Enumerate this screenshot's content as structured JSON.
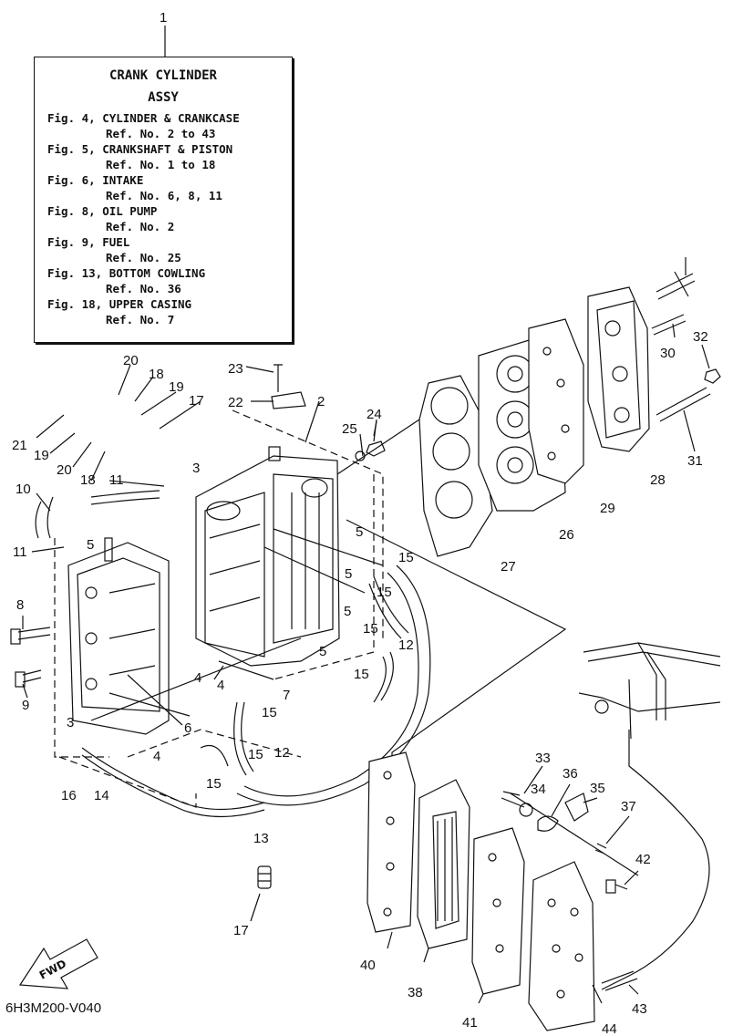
{
  "legend": {
    "title_line1": "CRANK CYLINDER",
    "title_line2": "ASSY",
    "entries": [
      {
        "fig": "Fig. 4, CYLINDER & CRANKCASE",
        "ref": "Ref. No. 2 to 43"
      },
      {
        "fig": "Fig. 5, CRANKSHAFT & PISTON",
        "ref": "Ref. No. 1 to 18"
      },
      {
        "fig": "Fig. 6, INTAKE",
        "ref": "Ref. No. 6, 8, 11"
      },
      {
        "fig": "Fig. 8, OIL PUMP",
        "ref": "Ref. No. 2"
      },
      {
        "fig": "Fig. 9, FUEL",
        "ref": "Ref. No. 25"
      },
      {
        "fig": "Fig. 13, BOTTOM COWLING",
        "ref": "Ref. No. 36"
      },
      {
        "fig": "Fig. 18, UPPER CASING",
        "ref": "Ref. No. 7"
      }
    ]
  },
  "fwd_label": "FWD",
  "drawing_code": "6H3M200-V040",
  "callouts": [
    "1",
    "2",
    "3",
    "3",
    "4",
    "4",
    "4",
    "5",
    "5",
    "5",
    "5",
    "5",
    "6",
    "7",
    "8",
    "9",
    "10",
    "11",
    "11",
    "12",
    "12",
    "13",
    "14",
    "15",
    "15",
    "15",
    "15",
    "15",
    "15",
    "15",
    "16",
    "17",
    "17",
    "18",
    "18",
    "19",
    "19",
    "20",
    "20",
    "21",
    "22",
    "23",
    "24",
    "25",
    "26",
    "27",
    "28",
    "29",
    "30",
    "31",
    "32",
    "33",
    "34",
    "35",
    "36",
    "37",
    "38",
    "40",
    "41",
    "42",
    "43",
    "44"
  ]
}
